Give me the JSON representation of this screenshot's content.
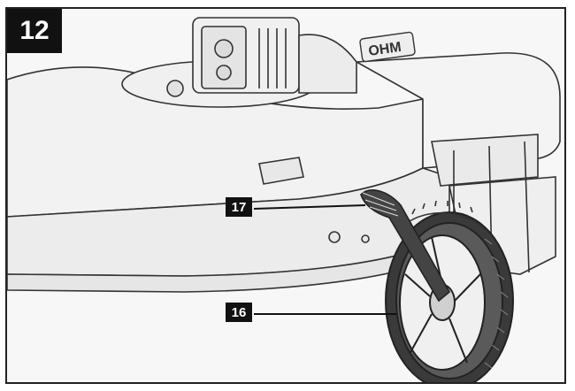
{
  "figure": {
    "number": "12",
    "brand_mark": "OHM"
  },
  "callouts": [
    {
      "label": "17"
    },
    {
      "label": "16"
    }
  ],
  "colors": {
    "badge": "#111111",
    "line": "#222222",
    "background": "#f7f7f7"
  }
}
